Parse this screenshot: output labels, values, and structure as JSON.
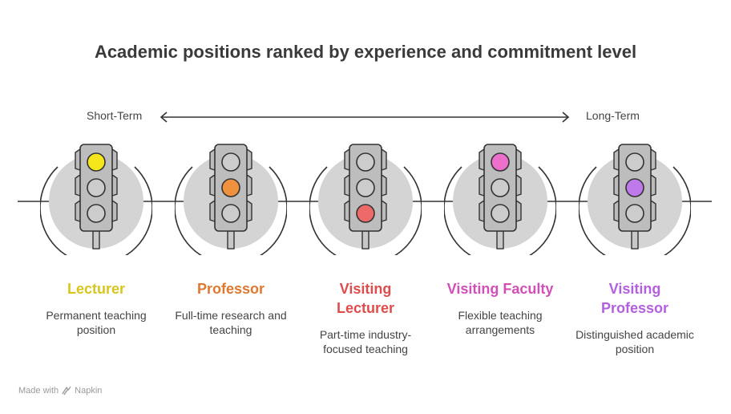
{
  "title": "Academic positions ranked by experience and commitment level",
  "scale": {
    "left_label": "Short-Term",
    "right_label": "Long-Term"
  },
  "stages": [
    {
      "name": "Lecturer",
      "description": "Permanent teaching position",
      "color": "#d9c51e",
      "lamp_color": "#f5e61c",
      "active_lamp": "top"
    },
    {
      "name": "Professor",
      "description": "Full-time research and teaching",
      "color": "#e0782f",
      "lamp_color": "#f0913e",
      "active_lamp": "middle"
    },
    {
      "name": "Visiting Lecturer",
      "description": "Part-time industry-focused teaching",
      "color": "#e04b4b",
      "lamp_color": "#ee6a68",
      "active_lamp": "bottom"
    },
    {
      "name": "Visiting Faculty",
      "description": "Flexible teaching arrangements",
      "color": "#d24fb8",
      "lamp_color": "#ec6fcc",
      "active_lamp": "top"
    },
    {
      "name": "Visiting Professor",
      "description": "Distinguished academic position",
      "color": "#b45ee0",
      "lamp_color": "#c079ea",
      "active_lamp": "middle"
    }
  ],
  "footer": {
    "text": "Made with",
    "brand": "Napkin"
  }
}
